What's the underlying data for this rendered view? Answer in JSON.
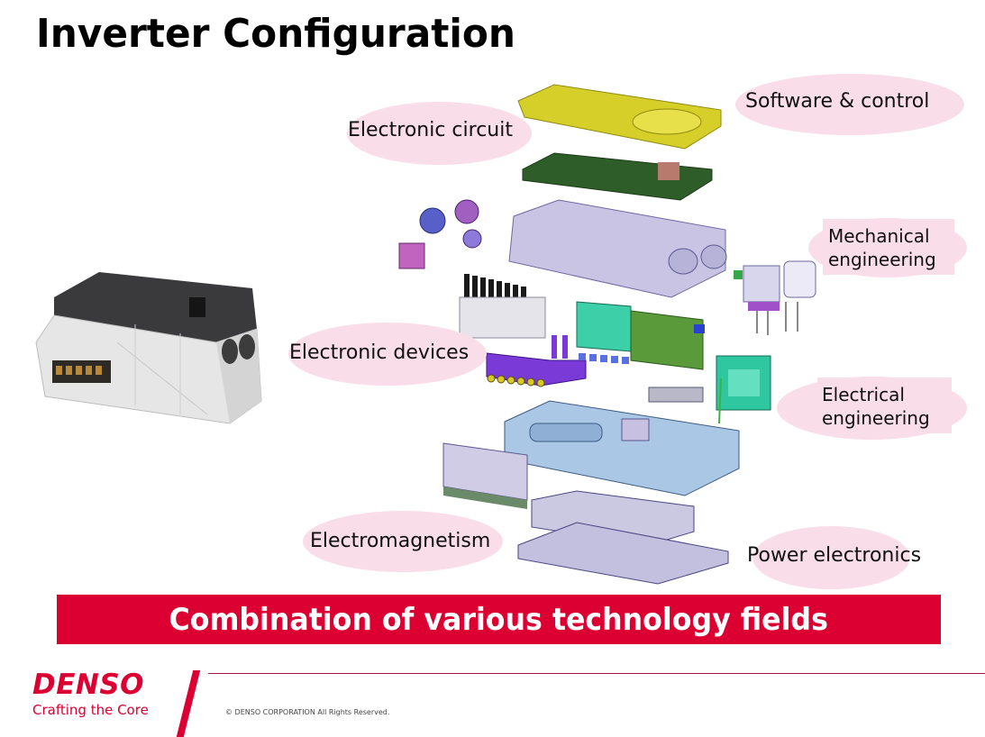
{
  "slide": {
    "title": "Inverter Configuration",
    "banner": "Combination of various technology fields",
    "colors": {
      "brand_red": "#dc0032",
      "label_pink": "#f9dde8",
      "title_text": "#000000",
      "banner_text": "#ffffff"
    }
  },
  "labels": {
    "electronic_circuit": "Electronic circuit",
    "software_control": "Software & control",
    "mechanical_engineering": "Mechanical engineering",
    "electronic_devices": "Electronic devices",
    "electrical_engineering": "Electrical engineering",
    "electromagnetism": "Electromagnetism",
    "power_electronics": "Power electronics"
  },
  "images": {
    "assembled_inverter": "assembled-inverter-photo",
    "exploded_view": "exploded-inverter-cad-view"
  },
  "footer": {
    "logo": "DENSO",
    "tagline": "Crafting the Core",
    "copyright": "© DENSO CORPORATION All Rights Reserved."
  }
}
